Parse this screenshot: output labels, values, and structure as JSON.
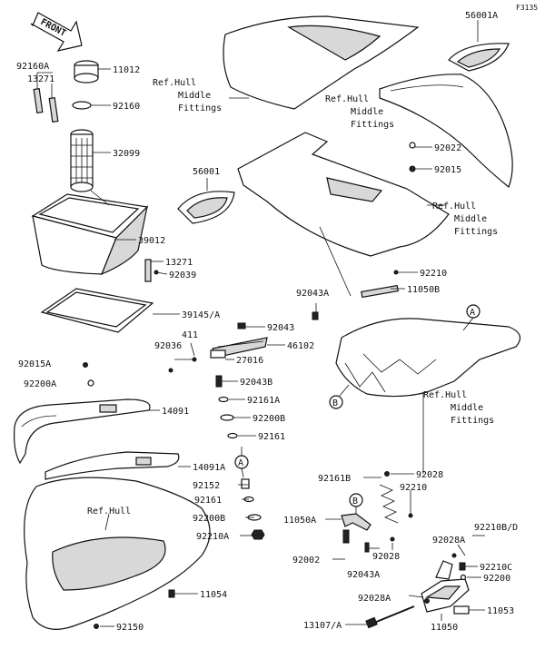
{
  "figure_code": "F3135",
  "front_arrow": "FRONT",
  "ref_hull_middle_fittings": [
    "Ref.Hull",
    "Middle",
    "Fittings"
  ],
  "ref_hull": "Ref.Hull",
  "callouts": {
    "A": "A",
    "B": "B"
  },
  "parts": {
    "p92160A": "92160A",
    "p13271_top": "13271",
    "p11012": "11012",
    "p92160": "92160",
    "p32099": "32099",
    "p39012": "39012",
    "p13271_bot": "13271",
    "p92039": "92039",
    "p39145A": "39145/A",
    "p56001A": "56001A",
    "p56001": "56001",
    "p92022": "92022",
    "p92015": "92015",
    "p92210_top": "92210",
    "p11050B": "11050B",
    "p92043A_top": "92043A",
    "p92043": "92043",
    "p411": "411",
    "p92036": "92036",
    "p46102": "46102",
    "p27016": "27016",
    "p92043B": "92043B",
    "p92015A": "92015A",
    "p92200A": "92200A",
    "p92161A": "92161A",
    "p92200B_top": "92200B",
    "p92161_top": "92161",
    "p14091": "14091",
    "p14091A": "14091A",
    "p92152": "92152",
    "p92161_bot": "92161",
    "p92200B_bot": "92200B",
    "p92210A": "92210A",
    "p92161B": "92161B",
    "p92028_top": "92028",
    "p92210_mid": "92210",
    "p11050A": "11050A",
    "p92002": "92002",
    "p92043A_bot": "92043A",
    "p92028_mid": "92028",
    "p92210BD": "92210B/D",
    "p92028A_top": "92028A",
    "p92210C": "92210C",
    "p92200": "92200",
    "p92028A_bot": "92028A",
    "p11053": "11053",
    "p11054": "11054",
    "p92150": "92150",
    "p13107A": "13107/A",
    "p11050": "11050"
  }
}
